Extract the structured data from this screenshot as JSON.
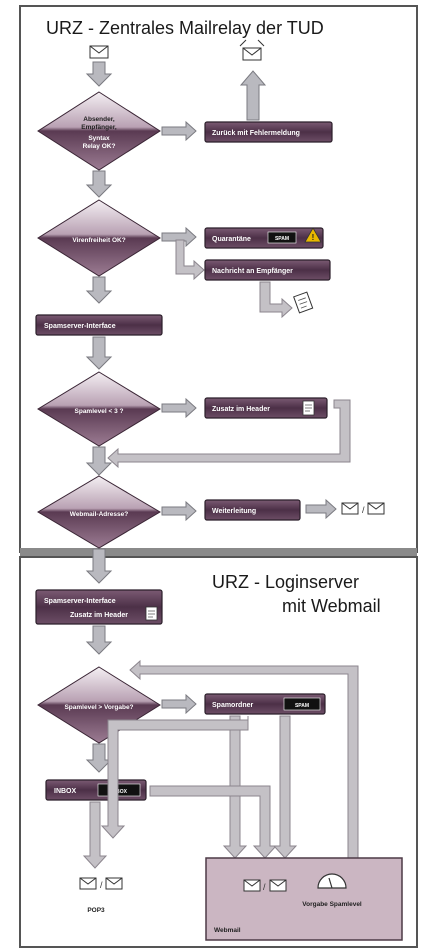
{
  "titles": {
    "top": "URZ - Zentrales Mailrelay der TUD",
    "bottom_line1": "URZ - Loginserver",
    "bottom_line2": "mit Webmail"
  },
  "decisions": {
    "d1_line1": "Absender,",
    "d1_line2": "Empfänger,",
    "d1_line3": "Syntax",
    "d1_line4": "Relay OK?",
    "d2": "Virenfreiheit OK?",
    "d3": "Spamlevel < 3 ?",
    "d4": "Webmail-Adresse?",
    "d5": "Spamlevel > Vorgabe?"
  },
  "boxes": {
    "zurueck": "Zurück mit Fehlermeldung",
    "quarantaene": "Quarantäne",
    "nachricht": "Nachricht an Empfänger",
    "spamserver1": "Spamserver-Interface",
    "zusatz_header1": "Zusatz im Header",
    "weiterleitung": "Weiterleitung",
    "spamserver2_line1": "Spamserver-Interface",
    "spamserver2_line2": "Zusatz im Header",
    "spamordner": "Spamordner",
    "inbox": "INBOX"
  },
  "badges": {
    "quarantaene": "SPAM",
    "spamordner": "SPAM",
    "inbox": "INBOX"
  },
  "labels": {
    "pop3": "POP3",
    "webmail": "Webmail",
    "vorgabe_spamlevel": "Vorgabe Spamlevel"
  },
  "colors": {
    "box_fill": "#5b3d55",
    "diamond_top": "#efe9ee",
    "diamond_bottom": "#6a4862",
    "webmail_area": "#cbb6c2",
    "divider": "#8a8a8a"
  },
  "icons": {
    "envelope": "envelope-icon",
    "warning": "warning-icon",
    "document": "document-icon",
    "gauge": "gauge-icon"
  }
}
